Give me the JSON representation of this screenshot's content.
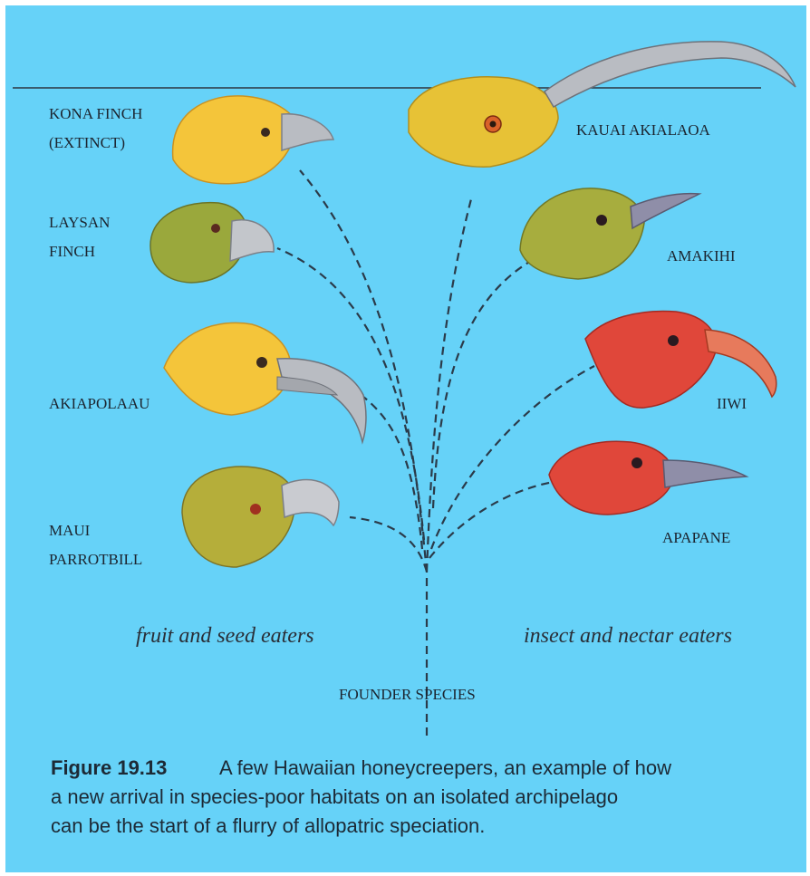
{
  "colors": {
    "background": "#66d2f8",
    "bird_yellow": "#f4c53a",
    "bird_olive": "#9aa83c",
    "bird_red": "#e0473a",
    "beak_gray": "#b9bcc2"
  },
  "labels": {
    "kona_finch": "KONA FINCH",
    "kona_finch_status": "(EXTINCT)",
    "laysan_finch_1": "LAYSAN",
    "laysan_finch_2": "FINCH",
    "akiapolaau": "AKIAPOLAAU",
    "maui_parrotbill_1": "MAUI",
    "maui_parrotbill_2": "PARROTBILL",
    "kauai_akialaoa": "KAUAI  AKIALAOA",
    "amakihi": "AMAKIHI",
    "iiwi": "IIWI",
    "apapane": "APAPANE"
  },
  "groups": {
    "left": "fruit and seed eaters",
    "right": "insect and nectar eaters"
  },
  "founder": "FOUNDER SPECIES",
  "caption": {
    "number": "Figure 19.13",
    "line1": "A few Hawaiian honeycreepers, an example of how",
    "line2": "a new arrival in species-poor habitats on an isolated archipelago",
    "line3": "can be the start of a flurry of allopatric speciation."
  },
  "icons": {
    "kona": "kona-finch-head-icon",
    "laysan": "laysan-finch-head-icon",
    "akiapolaau": "akiapolaau-head-icon",
    "maui": "maui-parrotbill-head-icon",
    "kauai": "kauai-akialaoa-head-icon",
    "amakihi": "amakihi-head-icon",
    "iiwi": "iiwi-head-icon",
    "apapane": "apapane-head-icon"
  }
}
